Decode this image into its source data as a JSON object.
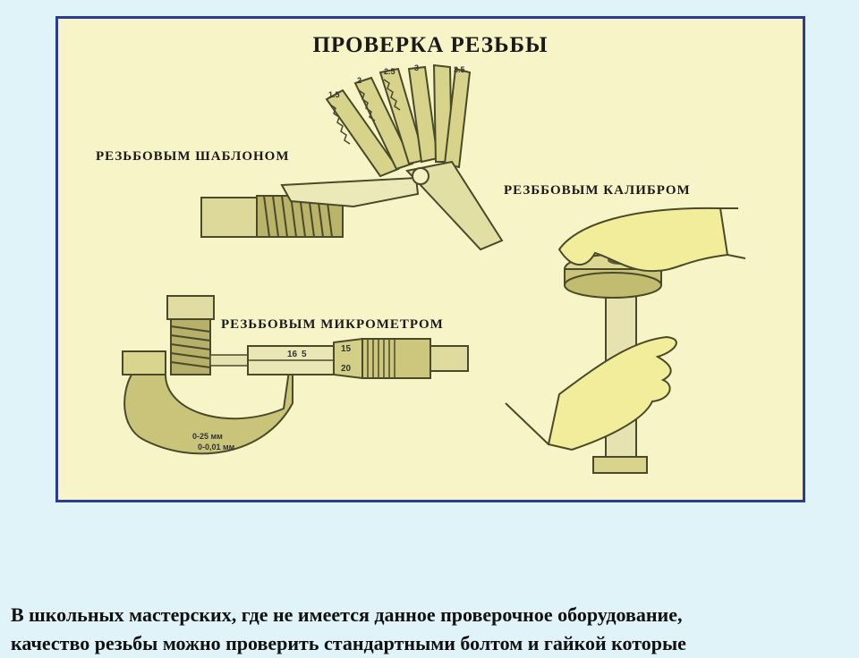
{
  "figure": {
    "title": "ПРОВЕРКА РЕЗЬБЫ",
    "labels": {
      "template": "РЕЗЬБОВЫМ ШАБЛОНОМ",
      "gauge": "РЕЗББОВЫМ КАЛИБРОМ",
      "micrometer": "РЕЗЬБОВЫМ МИКРОМЕТРОМ"
    },
    "instrument_marks": {
      "template_pitches": [
        "1.5",
        "2",
        "2.5",
        "3",
        "3.5"
      ],
      "micrometer_scale": [
        "16",
        "5",
        "15",
        "20"
      ],
      "micrometer_range": [
        "0-25 мм",
        "0-0,01 мм"
      ]
    }
  },
  "caption": {
    "line1": "В школьных мастерских, где не имеется данное проверочное оборудование,",
    "line2": "качество резьбы можно проверить стандартными болтом и гайкой которые"
  }
}
